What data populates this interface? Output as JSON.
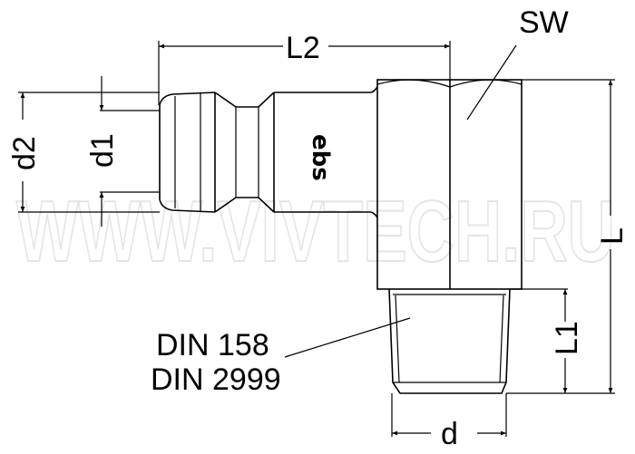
{
  "drawing": {
    "labels": {
      "L2": "L2",
      "SW": "SW",
      "d2": "d2",
      "d1": "d1",
      "L": "L",
      "L1": "L1",
      "d": "d",
      "din1": "DIN 158",
      "din2": "DIN 2999"
    },
    "logo": "ebs",
    "watermark": "WWW.VIVTECH.RU"
  }
}
